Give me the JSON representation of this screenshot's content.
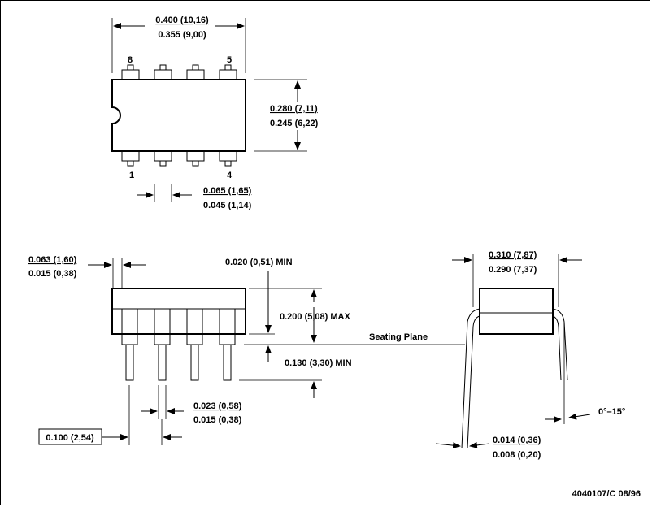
{
  "top_view": {
    "width_max": "0.400 (10,16)",
    "width_min": "0.355 (9,00)",
    "height_max": "0.280 (7,11)",
    "height_min": "0.245 (6,22)",
    "pitch_max": "0.065 (1,65)",
    "pitch_min": "0.045 (1,14)",
    "pin_8": "8",
    "pin_5": "5",
    "pin_1": "1",
    "pin_4": "4"
  },
  "side_view": {
    "shoulder_max": "0.063 (1,60)",
    "shoulder_min": "0.015 (0,38)",
    "standoff": "0.020 (0,51) MIN",
    "body_height": "0.200 (5,08) MAX",
    "lead_length": "0.130 (3,30) MIN",
    "seating_plane": "Seating Plane",
    "lead_width_max": "0.023 (0,58)",
    "lead_width_min": "0.015 (0,38)",
    "pitch": "0.100 (2,54)"
  },
  "end_view": {
    "span_max": "0.310 (7,87)",
    "span_min": "0.290 (7,37)",
    "angle": "0°–15°",
    "thickness_max": "0.014 (0,36)",
    "thickness_min": "0.008 (0,20)"
  },
  "doc_id": "4040107/C 08/96"
}
